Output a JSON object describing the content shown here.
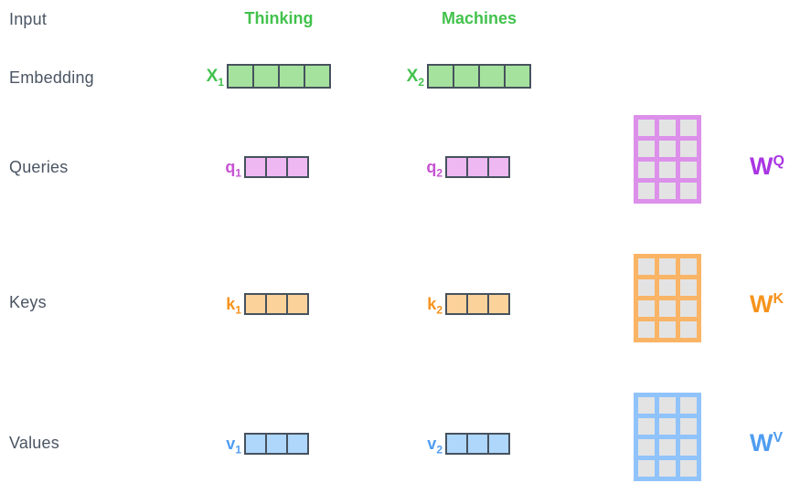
{
  "row_labels": {
    "input": "Input",
    "embedding": "Embedding",
    "queries": "Queries",
    "keys": "Keys",
    "values": "Values"
  },
  "column_headers": {
    "col1": "Thinking",
    "col2": "Machines"
  },
  "vectors": {
    "x1": {
      "base": "X",
      "sub": "1",
      "cells": 4
    },
    "x2": {
      "base": "X",
      "sub": "2",
      "cells": 4
    },
    "q1": {
      "base": "q",
      "sub": "1",
      "cells": 3
    },
    "q2": {
      "base": "q",
      "sub": "2",
      "cells": 3
    },
    "k1": {
      "base": "k",
      "sub": "1",
      "cells": 3
    },
    "k2": {
      "base": "k",
      "sub": "2",
      "cells": 3
    },
    "v1": {
      "base": "v",
      "sub": "1",
      "cells": 3
    },
    "v2": {
      "base": "v",
      "sub": "2",
      "cells": 3
    }
  },
  "matrices": {
    "wq": {
      "base": "W",
      "sup": "Q",
      "rows": 4,
      "cols": 3
    },
    "wk": {
      "base": "W",
      "sup": "K",
      "rows": 4,
      "cols": 3
    },
    "wv": {
      "base": "W",
      "sup": "V",
      "rows": 4,
      "cols": 3
    }
  },
  "colors": {
    "label_text": "#4b5563",
    "cell_border": "#46525e",
    "matrix_cell_fill": "#e3e3e3",
    "green": "#42c24d",
    "green_fill": "#a5e29d",
    "purple": "#c653d3",
    "purple_bright": "#a935e3",
    "purple_fill": "#eeb8f2",
    "purple_border": "#dc90ea",
    "orange": "#f6931d",
    "orange_fill": "#fcd29b",
    "orange_border": "#f9b466",
    "blue": "#4f9df2",
    "blue_fill": "#afd6fb",
    "blue_border": "#90c3fa"
  }
}
